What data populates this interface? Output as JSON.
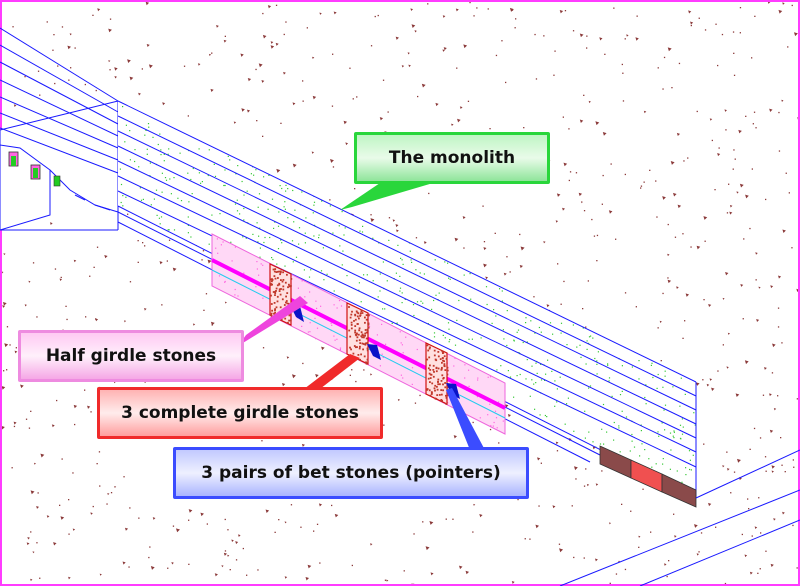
{
  "labels": {
    "monolith": "The monolith",
    "half_girdle": "Half girdle stones",
    "complete_girdle": "3 complete girdle stones",
    "bet_stones": "3 pairs of bet stones (pointers)"
  },
  "colors": {
    "speckle": "#8b3a3a",
    "outline": "#1a1aff",
    "monolith_fill": "#37c837",
    "girdle_fill": "#ff66e0",
    "girdle_bar": "#ff00ff",
    "complete_girdle": "#c0392b",
    "bet_pointer": "#0a14c8",
    "dark_block": "#8a4a4a",
    "red_block": "#f05050"
  }
}
